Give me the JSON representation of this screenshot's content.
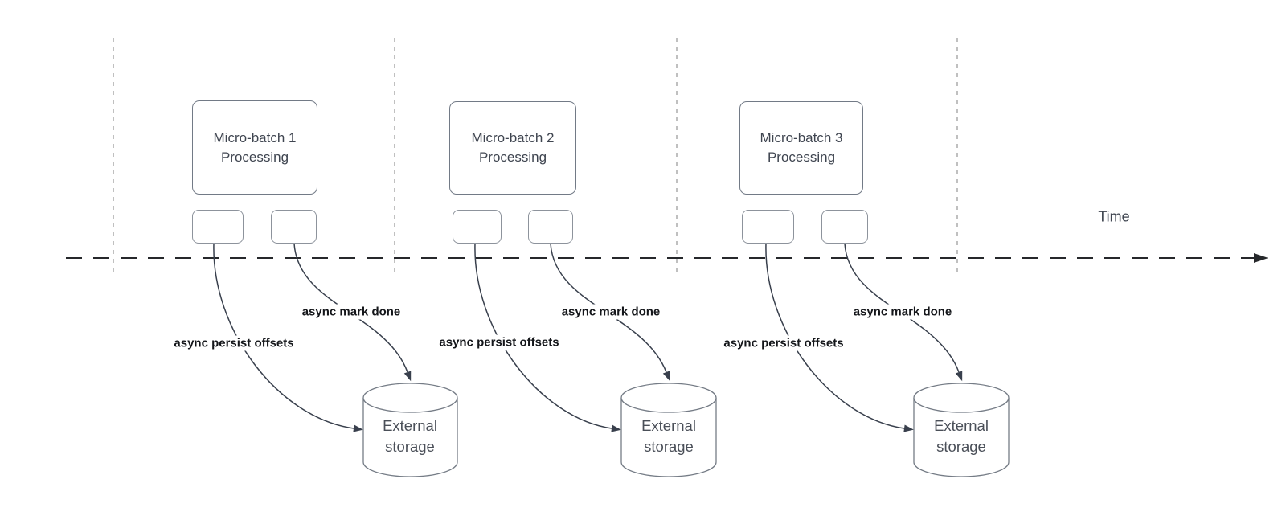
{
  "timeline": {
    "label": "Time"
  },
  "groups": [
    {
      "batch_title": "Micro-batch 1",
      "batch_subtitle": "Processing",
      "persist_label": "async persist offsets",
      "done_label": "async mark done",
      "storage_title": "External",
      "storage_subtitle": "storage"
    },
    {
      "batch_title": "Micro-batch 2",
      "batch_subtitle": "Processing",
      "persist_label": "async persist offsets",
      "done_label": "async mark done",
      "storage_title": "External",
      "storage_subtitle": "storage"
    },
    {
      "batch_title": "Micro-batch 3",
      "batch_subtitle": "Processing",
      "persist_label": "async persist offsets",
      "done_label": "async mark done",
      "storage_title": "External",
      "storage_subtitle": "storage"
    }
  ],
  "colors": {
    "axis": "#26282b",
    "guide_line": "#ababab",
    "arrow": "#39404d",
    "shape_border": "#727a86",
    "text": "#3f4550",
    "bold_label": "#14161a",
    "background": "#ffffff"
  }
}
